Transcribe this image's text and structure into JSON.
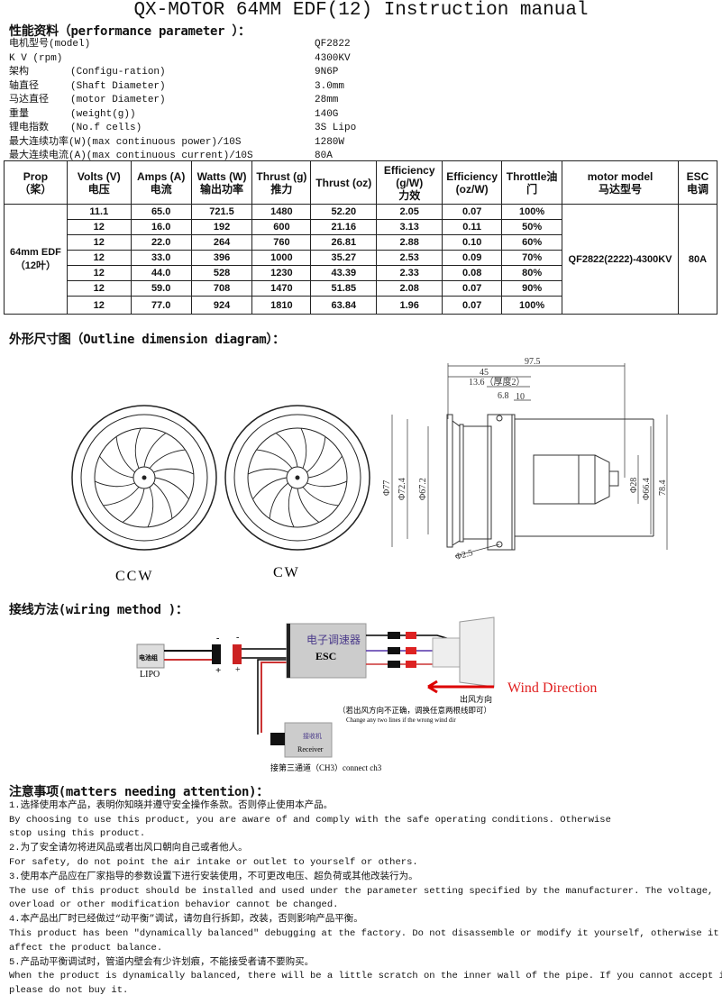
{
  "title": "QX-MOTOR 64MM EDF(12) Instruction manual",
  "perf": {
    "heading": "性能资料（performance parameter ）：",
    "rows": [
      {
        "label": "电机型号(model)",
        "en": "",
        "value": "QF2822"
      },
      {
        "label": "K V (rpm)",
        "en": "",
        "value": "4300KV"
      },
      {
        "label": "架构",
        "en": "(Configu-ration)",
        "value": "9N6P"
      },
      {
        "label": "轴直径",
        "en": "(Shaft Diameter)",
        "value": "3.0mm"
      },
      {
        "label": "马达直径",
        "en": "(motor Diameter)",
        "value": "28mm"
      },
      {
        "label": "重量",
        "en": "(weight(g))",
        "value": "140G"
      },
      {
        "label": "锂电指数",
        "en": "(No.f cells)",
        "value": "3S Lipo"
      },
      {
        "label": "最大连续功率(W)(max continuous power)/10S",
        "en": "",
        "value": "1280W"
      },
      {
        "label": "最大连续电流(A)(max continuous current)/10S",
        "en": "",
        "value": "80A"
      }
    ]
  },
  "table": {
    "headers": [
      [
        "Prop",
        "（桨）"
      ],
      [
        "Volts (V)",
        "电压"
      ],
      [
        "Amps (A)",
        "电流"
      ],
      [
        "Watts (W)",
        "输出功率"
      ],
      [
        "Thrust (g)",
        "推力"
      ],
      [
        "Thrust (oz)",
        ""
      ],
      [
        "Efficiency",
        "(g/W)",
        "力效"
      ],
      [
        "Efficiency",
        "(oz/W)"
      ],
      [
        "Throttle油",
        "门"
      ],
      [
        "motor model",
        "马达型号"
      ],
      [
        "ESC",
        "电调"
      ]
    ],
    "prop": [
      "64mm EDF",
      "（12叶）"
    ],
    "motor": "QF2822(2222)-4300KV",
    "esc": "80A",
    "rows": [
      [
        "11.1",
        "65.0",
        "721.5",
        "1480",
        "52.20",
        "2.05",
        "0.07",
        "100%"
      ],
      [
        "12",
        "16.0",
        "192",
        "600",
        "21.16",
        "3.13",
        "0.11",
        "50%"
      ],
      [
        "12",
        "22.0",
        "264",
        "760",
        "26.81",
        "2.88",
        "0.10",
        "60%"
      ],
      [
        "12",
        "33.0",
        "396",
        "1000",
        "35.27",
        "2.53",
        "0.09",
        "70%"
      ],
      [
        "12",
        "44.0",
        "528",
        "1230",
        "43.39",
        "2.33",
        "0.08",
        "80%"
      ],
      [
        "12",
        "59.0",
        "708",
        "1470",
        "51.85",
        "2.08",
        "0.07",
        "90%"
      ],
      [
        "12",
        "77.0",
        "924",
        "1810",
        "63.84",
        "1.96",
        "0.07",
        "100%"
      ]
    ]
  },
  "outline": {
    "heading": "外形尺寸图（Outline dimension diagram）：",
    "ccw": "CCW",
    "cw": "CW",
    "dims": {
      "d975": "97.5",
      "d45": "45",
      "d136": "13.6（厚度2）",
      "d68": "6.8",
      "d10": "10",
      "d77": "Φ77",
      "d724": "Φ72.4",
      "d672": "Φ67.2",
      "d28": "Φ28",
      "d664": "Φ66.4",
      "d784": "78.4",
      "d25": "Φ2.5"
    }
  },
  "wiring": {
    "heading": "接线方法(wiring method )：",
    "battery": "电池组",
    "lipo": "LIPO",
    "minus": "-",
    "plus": "+",
    "esc_cn": "电子调速器",
    "esc": "ESC",
    "wind": "Wind Direction",
    "wind_cn": "出风方向",
    "note_cn": "（若出风方向不正确，调换任意两根线即可）",
    "note_en": "Change any two lines if the wrong wind dir",
    "rx_cn": "接收机",
    "rx": "Receiver",
    "ch3": "接第三通道（CH3）connect ch3"
  },
  "notes": {
    "heading": "注意事项(matters needing attention)：",
    "lines": [
      "1.选择使用本产品，表明你知晓并遵守安全操作条款。否则停止使用本产品。",
      "By choosing to use this product, you are aware of and comply with the safe operating conditions. Otherwise",
      "stop using this product.",
      "2.为了安全请勿将进风品或者出风口朝向自己或者他人。",
      "For safety, do not point the air intake or outlet to yourself or others.",
      "3.使用本产品应在厂家指导的参数设置下进行安装使用，不可更改电压、超负荷或其他改装行为。",
      "The use of this product should be installed and used under the parameter setting specified by the manufacturer. The voltage,",
      "overload or other modification behavior cannot be changed.",
      "4.本产品出厂时已经做过“动平衡”调试，请勿自行拆卸，改装，否则影响产品平衡。",
      "This product has been \"dynamically balanced\" debugging at the factory. Do not disassemble or modify it yourself, otherwise it will",
      "affect the product balance.",
      "5.产品动平衡调试时，管道内壁会有少许划痕，不能接受者请不要购买。",
      "When the product is dynamically balanced, there will be a little scratch on the inner wall of the pipe. If you cannot accept it,",
      "please do not buy it."
    ]
  }
}
